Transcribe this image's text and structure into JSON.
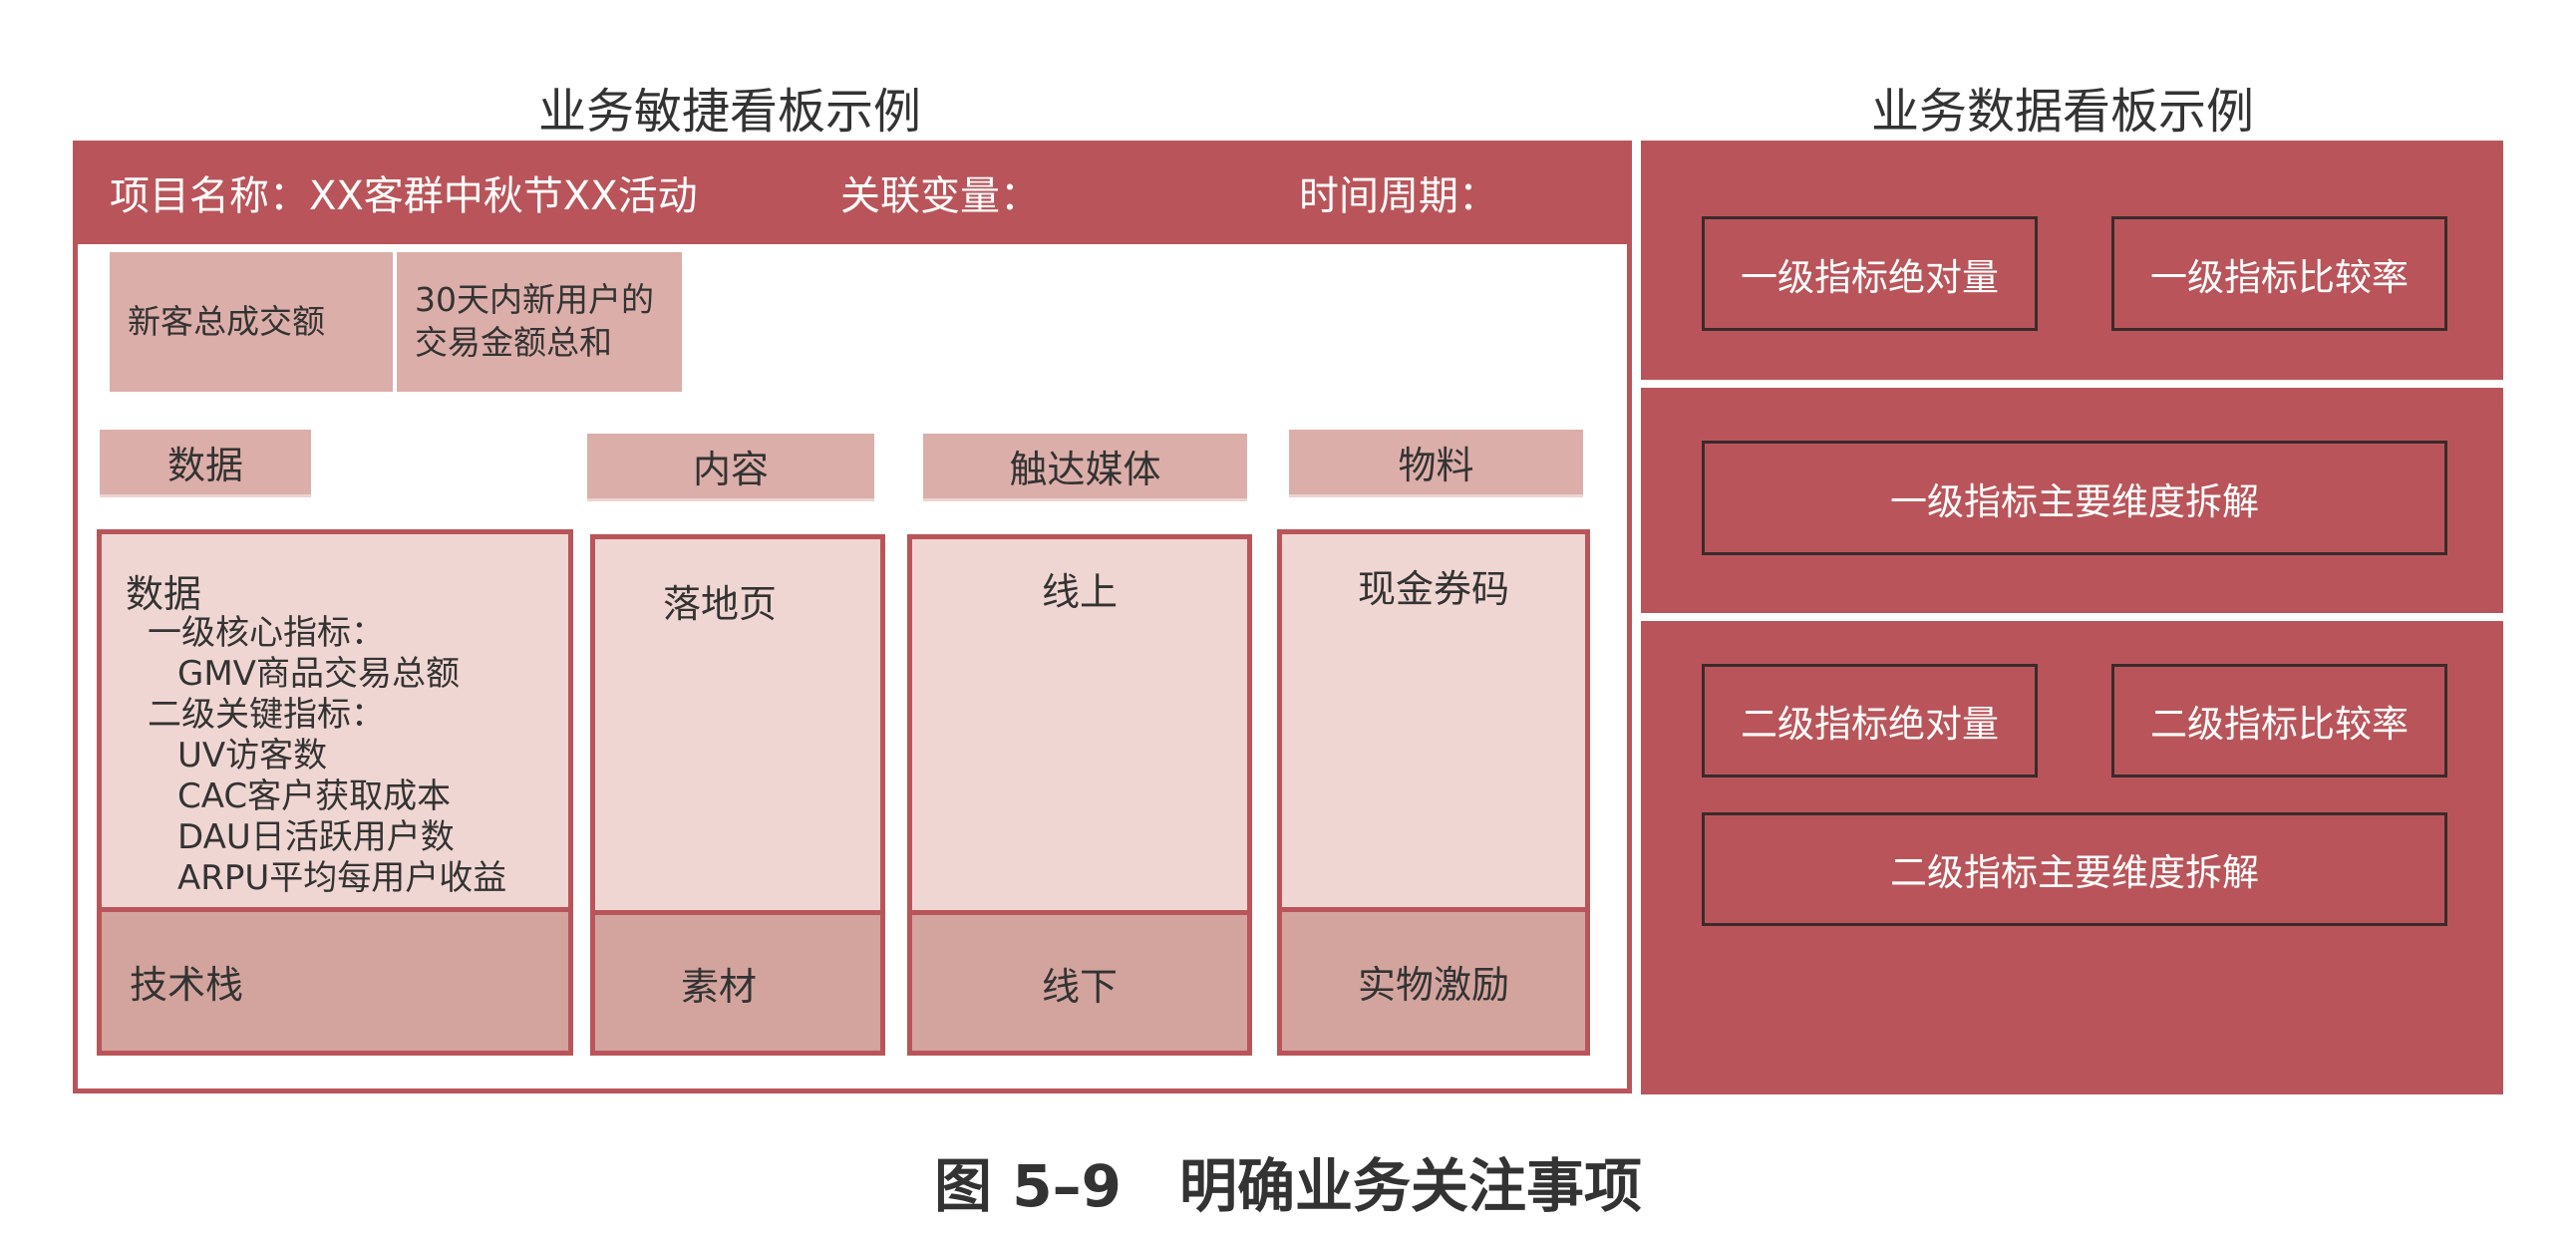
{
  "left_title": "业务敏捷看板示例",
  "right_title": "业务数据看板示例",
  "header": {
    "project_label": "项目名称：XX客群中秋节XX活动",
    "related_label": "关联变量：",
    "period_label": "时间周期："
  },
  "kpi": {
    "name": "新客总成交额",
    "desc_line1": "30天内新用户的",
    "desc_line2": "交易金额总和"
  },
  "categories": [
    "数据",
    "内容",
    "触达媒体",
    "物料"
  ],
  "columns": {
    "data": {
      "title": "数据",
      "lines": [
        "一级核心指标：",
        "GMV商品交易总额",
        "二级关键指标：",
        "UV访客数",
        "CAC客户获取成本",
        "DAU日活跃用户数",
        "ARPU平均每用户收益"
      ],
      "bottom": "技术栈"
    },
    "content": {
      "top": "落地页",
      "bottom": "素材"
    },
    "media": {
      "top": "线上",
      "bottom": "线下"
    },
    "material": {
      "top": "现金券码",
      "bottom": "实物激励"
    }
  },
  "right": {
    "l1_abs": "一级指标绝对量",
    "l1_rate": "一级指标比较率",
    "l1_dim": "一级指标主要维度拆解",
    "l2_abs": "二级指标绝对量",
    "l2_rate": "二级指标比较率",
    "l2_dim": "二级指标主要维度拆解"
  },
  "caption": "图 5–9　明确业务关注事项",
  "colors": {
    "accent": "#b9555a",
    "light": "#f0d6d2",
    "medium": "#dcaea9",
    "dark": "#d3a49e"
  }
}
